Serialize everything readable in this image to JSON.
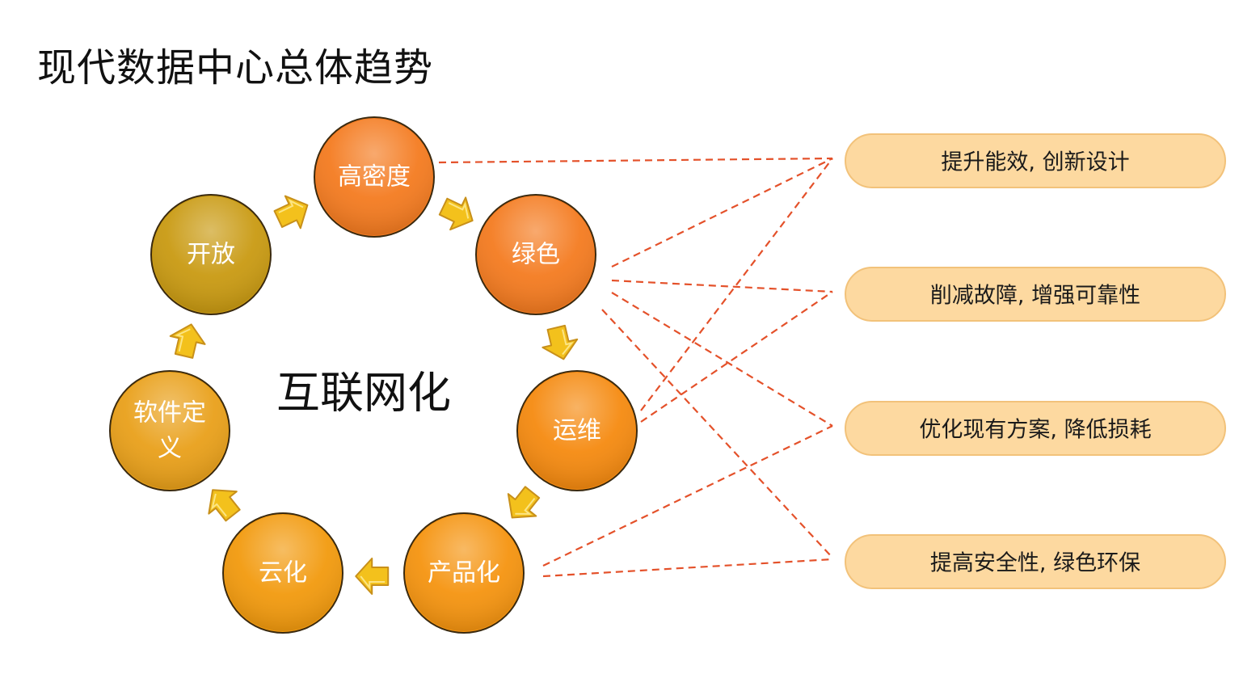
{
  "title": "现代数据中心总体趋势",
  "center_text": "互联网化",
  "colors": {
    "connector": "#e4512a",
    "arrow_fill": "#f3c11c",
    "arrow_stroke": "#c8901a",
    "pill_fill": "#fdd9a0",
    "pill_stroke": "#f2c27a"
  },
  "nodes": [
    {
      "id": "high-density",
      "lines": [
        "高密度"
      ],
      "color": "#f47b20"
    },
    {
      "id": "green",
      "lines": [
        "绿色"
      ],
      "color": "#f47b20"
    },
    {
      "id": "operations",
      "lines": [
        "运维"
      ],
      "color": "#f58a10"
    },
    {
      "id": "productization",
      "lines": [
        "产品化"
      ],
      "color": "#f59410"
    },
    {
      "id": "cloudification",
      "lines": [
        "云化"
      ],
      "color": "#f29a0e"
    },
    {
      "id": "software-defined",
      "lines": [
        "软件定",
        "义"
      ],
      "color": "#e9a01a"
    },
    {
      "id": "openness",
      "lines": [
        "开放"
      ],
      "color": "#c99a12"
    }
  ],
  "benefits": [
    {
      "id": "efficiency",
      "label": "提升能效, 创新设计"
    },
    {
      "id": "reliability",
      "label": "削减故障, 增强可靠性"
    },
    {
      "id": "optimization",
      "label": "优化现有方案, 降低损耗"
    },
    {
      "id": "security",
      "label": "提高安全性, 绿色环保"
    }
  ],
  "connections": [
    {
      "from": "high-density",
      "to": "efficiency"
    },
    {
      "from": "high-density",
      "to": "security"
    },
    {
      "from": "green",
      "to": "efficiency"
    },
    {
      "from": "green",
      "to": "reliability"
    },
    {
      "from": "green",
      "to": "optimization"
    },
    {
      "from": "operations",
      "to": "efficiency"
    },
    {
      "from": "operations",
      "to": "reliability"
    },
    {
      "from": "productization",
      "to": "optimization"
    },
    {
      "from": "productization",
      "to": "security"
    }
  ]
}
